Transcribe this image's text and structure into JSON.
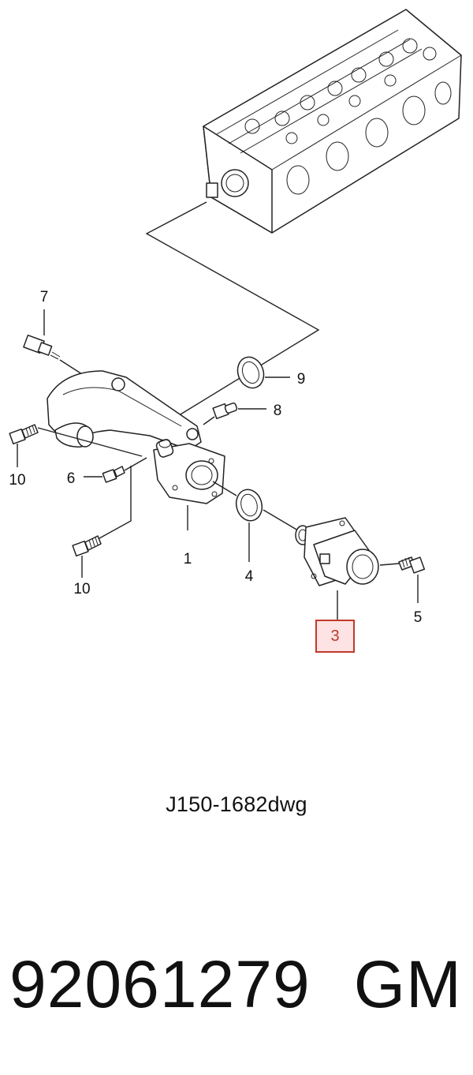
{
  "diagram": {
    "callouts": [
      {
        "id": "1",
        "label": "1"
      },
      {
        "id": "3",
        "label": "3",
        "highlighted": true
      },
      {
        "id": "4",
        "label": "4"
      },
      {
        "id": "5",
        "label": "5"
      },
      {
        "id": "6",
        "label": "6"
      },
      {
        "id": "7",
        "label": "7"
      },
      {
        "id": "8",
        "label": "8"
      },
      {
        "id": "9",
        "label": "9"
      },
      {
        "id": "10a",
        "label": "10"
      },
      {
        "id": "10b",
        "label": "10"
      }
    ],
    "highlight_color": "#c0392b",
    "highlight_fill": "#fde3e3"
  },
  "drawing_code": "J150-1682dwg",
  "part_number": "92061279",
  "brand": "GM"
}
